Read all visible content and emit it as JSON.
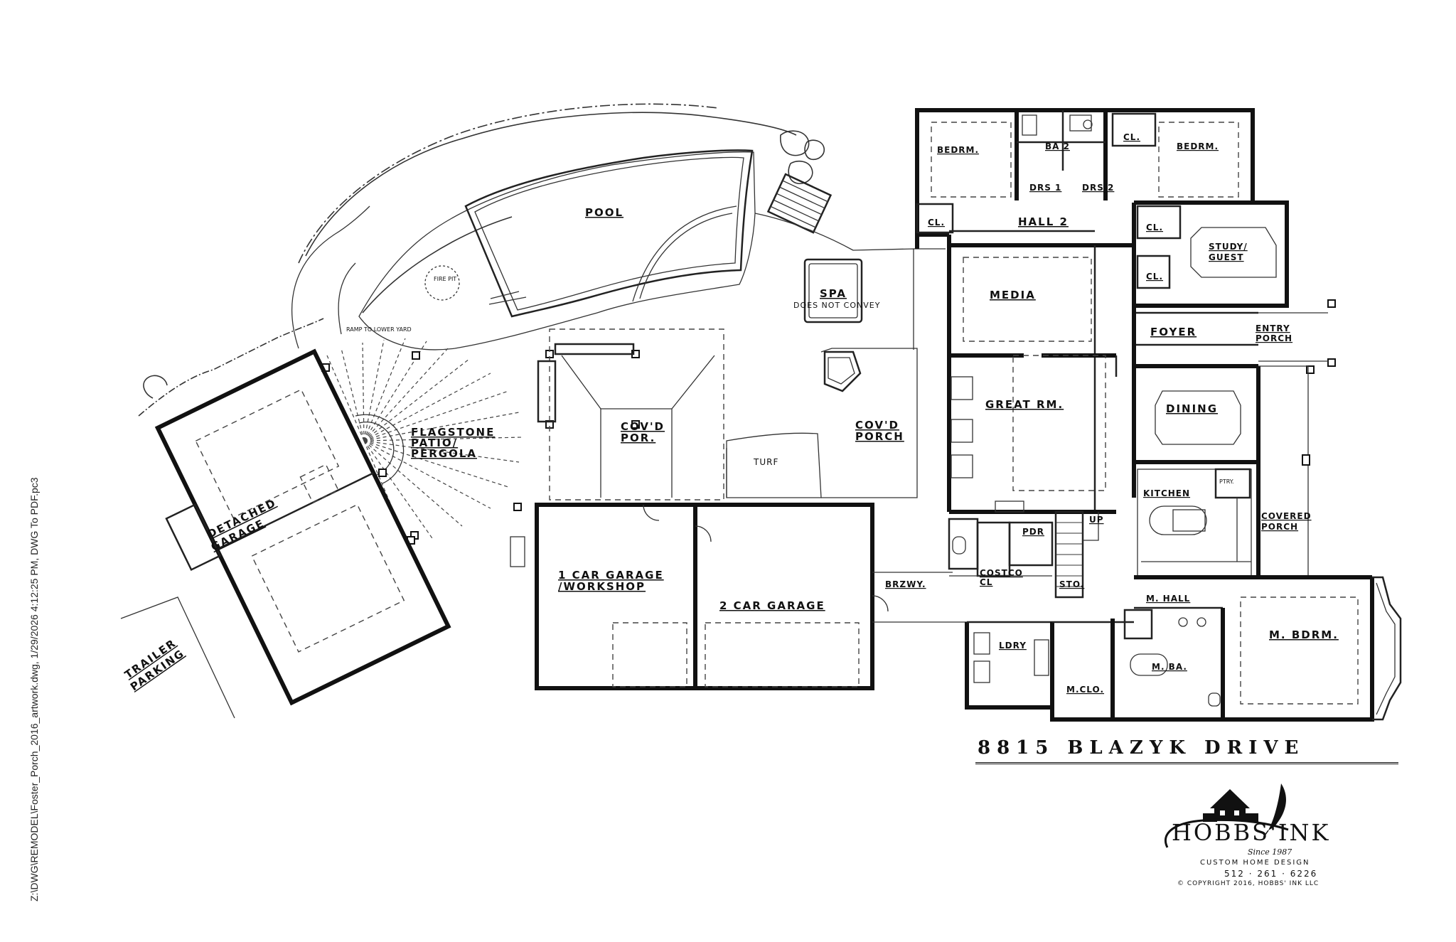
{
  "sidebar": {
    "file_path": "Z:\\DWG\\REMODEL\\Foster_Porch_2016_artwork.dwg, 1/29/2026 4:12:25 PM, DWG To PDF.pc3"
  },
  "title_block": {
    "project_title": "8815 BLAZYK DRIVE"
  },
  "logo": {
    "name": "HOBBS'INK",
    "since": "Since 1987",
    "tagline": "CUSTOM HOME DESIGN",
    "phone": "512 · 261 · 6226",
    "copyright": "© COPYRIGHT 2016, HOBBS' INK LLC"
  },
  "rooms": {
    "pool": "POOL",
    "fire_pit": "FIRE PIT",
    "ramp": "RAMP TO LOWER YARD",
    "spa": "SPA",
    "spa_note": "DOES NOT CONVEY",
    "flagstone": [
      "FLAGSTONE",
      "PATIO/",
      "PERGOLA"
    ],
    "detached_garage": [
      "DETACHED",
      "GARAGE"
    ],
    "trailer_parking": [
      "TRAILER",
      "PARKING"
    ],
    "covd_por": [
      "COV'D",
      "POR."
    ],
    "turf": "TURF",
    "covd_porch": [
      "COV'D",
      "PORCH"
    ],
    "garage_1": [
      "1 CAR GARAGE",
      "/WORKSHOP"
    ],
    "garage_2": "2 CAR GARAGE",
    "brzwy": "BRZWY.",
    "bedrm_left": "BEDRM.",
    "bedrm_right": "BEDRM.",
    "ba2": "BA 2",
    "drs1": "DRS 1",
    "drs2": "DRS 2",
    "cl_a": "CL.",
    "cl_b": "CL.",
    "cl_c": "CL.",
    "cl_d": "CL.",
    "hall2": "HALL 2",
    "study": [
      "STUDY/",
      "GUEST"
    ],
    "media": "MEDIA",
    "foyer": "FOYER",
    "entry_porch": [
      "ENTRY",
      "PORCH"
    ],
    "great_rm": "GREAT RM.",
    "dining": "DINING",
    "kitchen": "KITCHEN",
    "ptry": "PTRY.",
    "covered_porch": [
      "COVERED",
      "PORCH"
    ],
    "pdr": "PDR",
    "up": "UP",
    "costco": [
      "COSTCO",
      "CL"
    ],
    "sto": "STO.",
    "m_hall": "M. HALL",
    "m_bdrm": "M. BDRM.",
    "ldry": "LDRY",
    "m_ba": "M. BA.",
    "m_clo": "M.CLO."
  }
}
